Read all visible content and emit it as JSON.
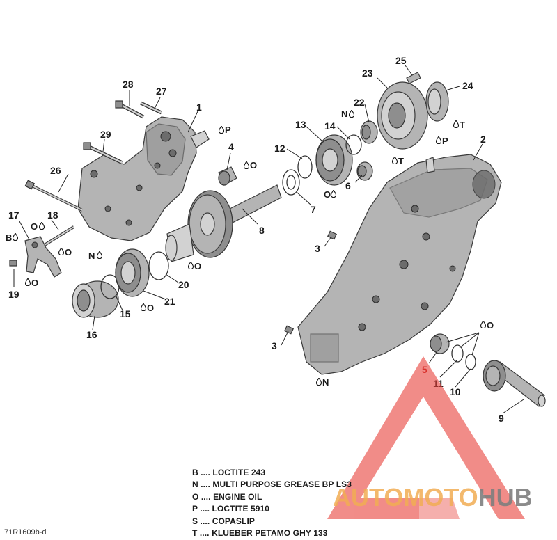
{
  "diagram": {
    "code": "71R1609b-d",
    "callouts": [
      {
        "n": "1"
      },
      {
        "n": "2"
      },
      {
        "n": "3"
      },
      {
        "n": "3"
      },
      {
        "n": "4"
      },
      {
        "n": "5"
      },
      {
        "n": "6"
      },
      {
        "n": "7"
      },
      {
        "n": "8"
      },
      {
        "n": "9"
      },
      {
        "n": "10"
      },
      {
        "n": "11"
      },
      {
        "n": "12"
      },
      {
        "n": "13"
      },
      {
        "n": "14"
      },
      {
        "n": "15"
      },
      {
        "n": "16"
      },
      {
        "n": "17"
      },
      {
        "n": "18"
      },
      {
        "n": "19"
      },
      {
        "n": "20"
      },
      {
        "n": "21"
      },
      {
        "n": "22"
      },
      {
        "n": "23"
      },
      {
        "n": "24"
      },
      {
        "n": "25"
      },
      {
        "n": "26"
      },
      {
        "n": "27"
      },
      {
        "n": "28"
      },
      {
        "n": "29"
      }
    ],
    "lube_marks": {
      "P": "P",
      "O": "O",
      "T": "T",
      "N": "N",
      "B": "B"
    },
    "legend": [
      {
        "code": "B",
        "text": "LOCTITE 243"
      },
      {
        "code": "N",
        "text": "MULTI PURPOSE GREASE BP LS3"
      },
      {
        "code": "O",
        "text": "ENGINE OIL"
      },
      {
        "code": "P",
        "text": "LOCTITE 5910"
      },
      {
        "code": "S",
        "text": "COPASLIP"
      },
      {
        "code": "T",
        "text": "KLUEBER PETAMO GHY 133"
      }
    ],
    "legend_separator": "....",
    "colors": {
      "callout_highlight": "#c41a1a",
      "watermark_red": "#e8413a",
      "watermark_orange": "#f2ad54",
      "watermark_gray": "#7f7f7f"
    }
  },
  "watermark": {
    "brand_part1": "AUTOMOTO",
    "brand_part2": "HUB"
  }
}
